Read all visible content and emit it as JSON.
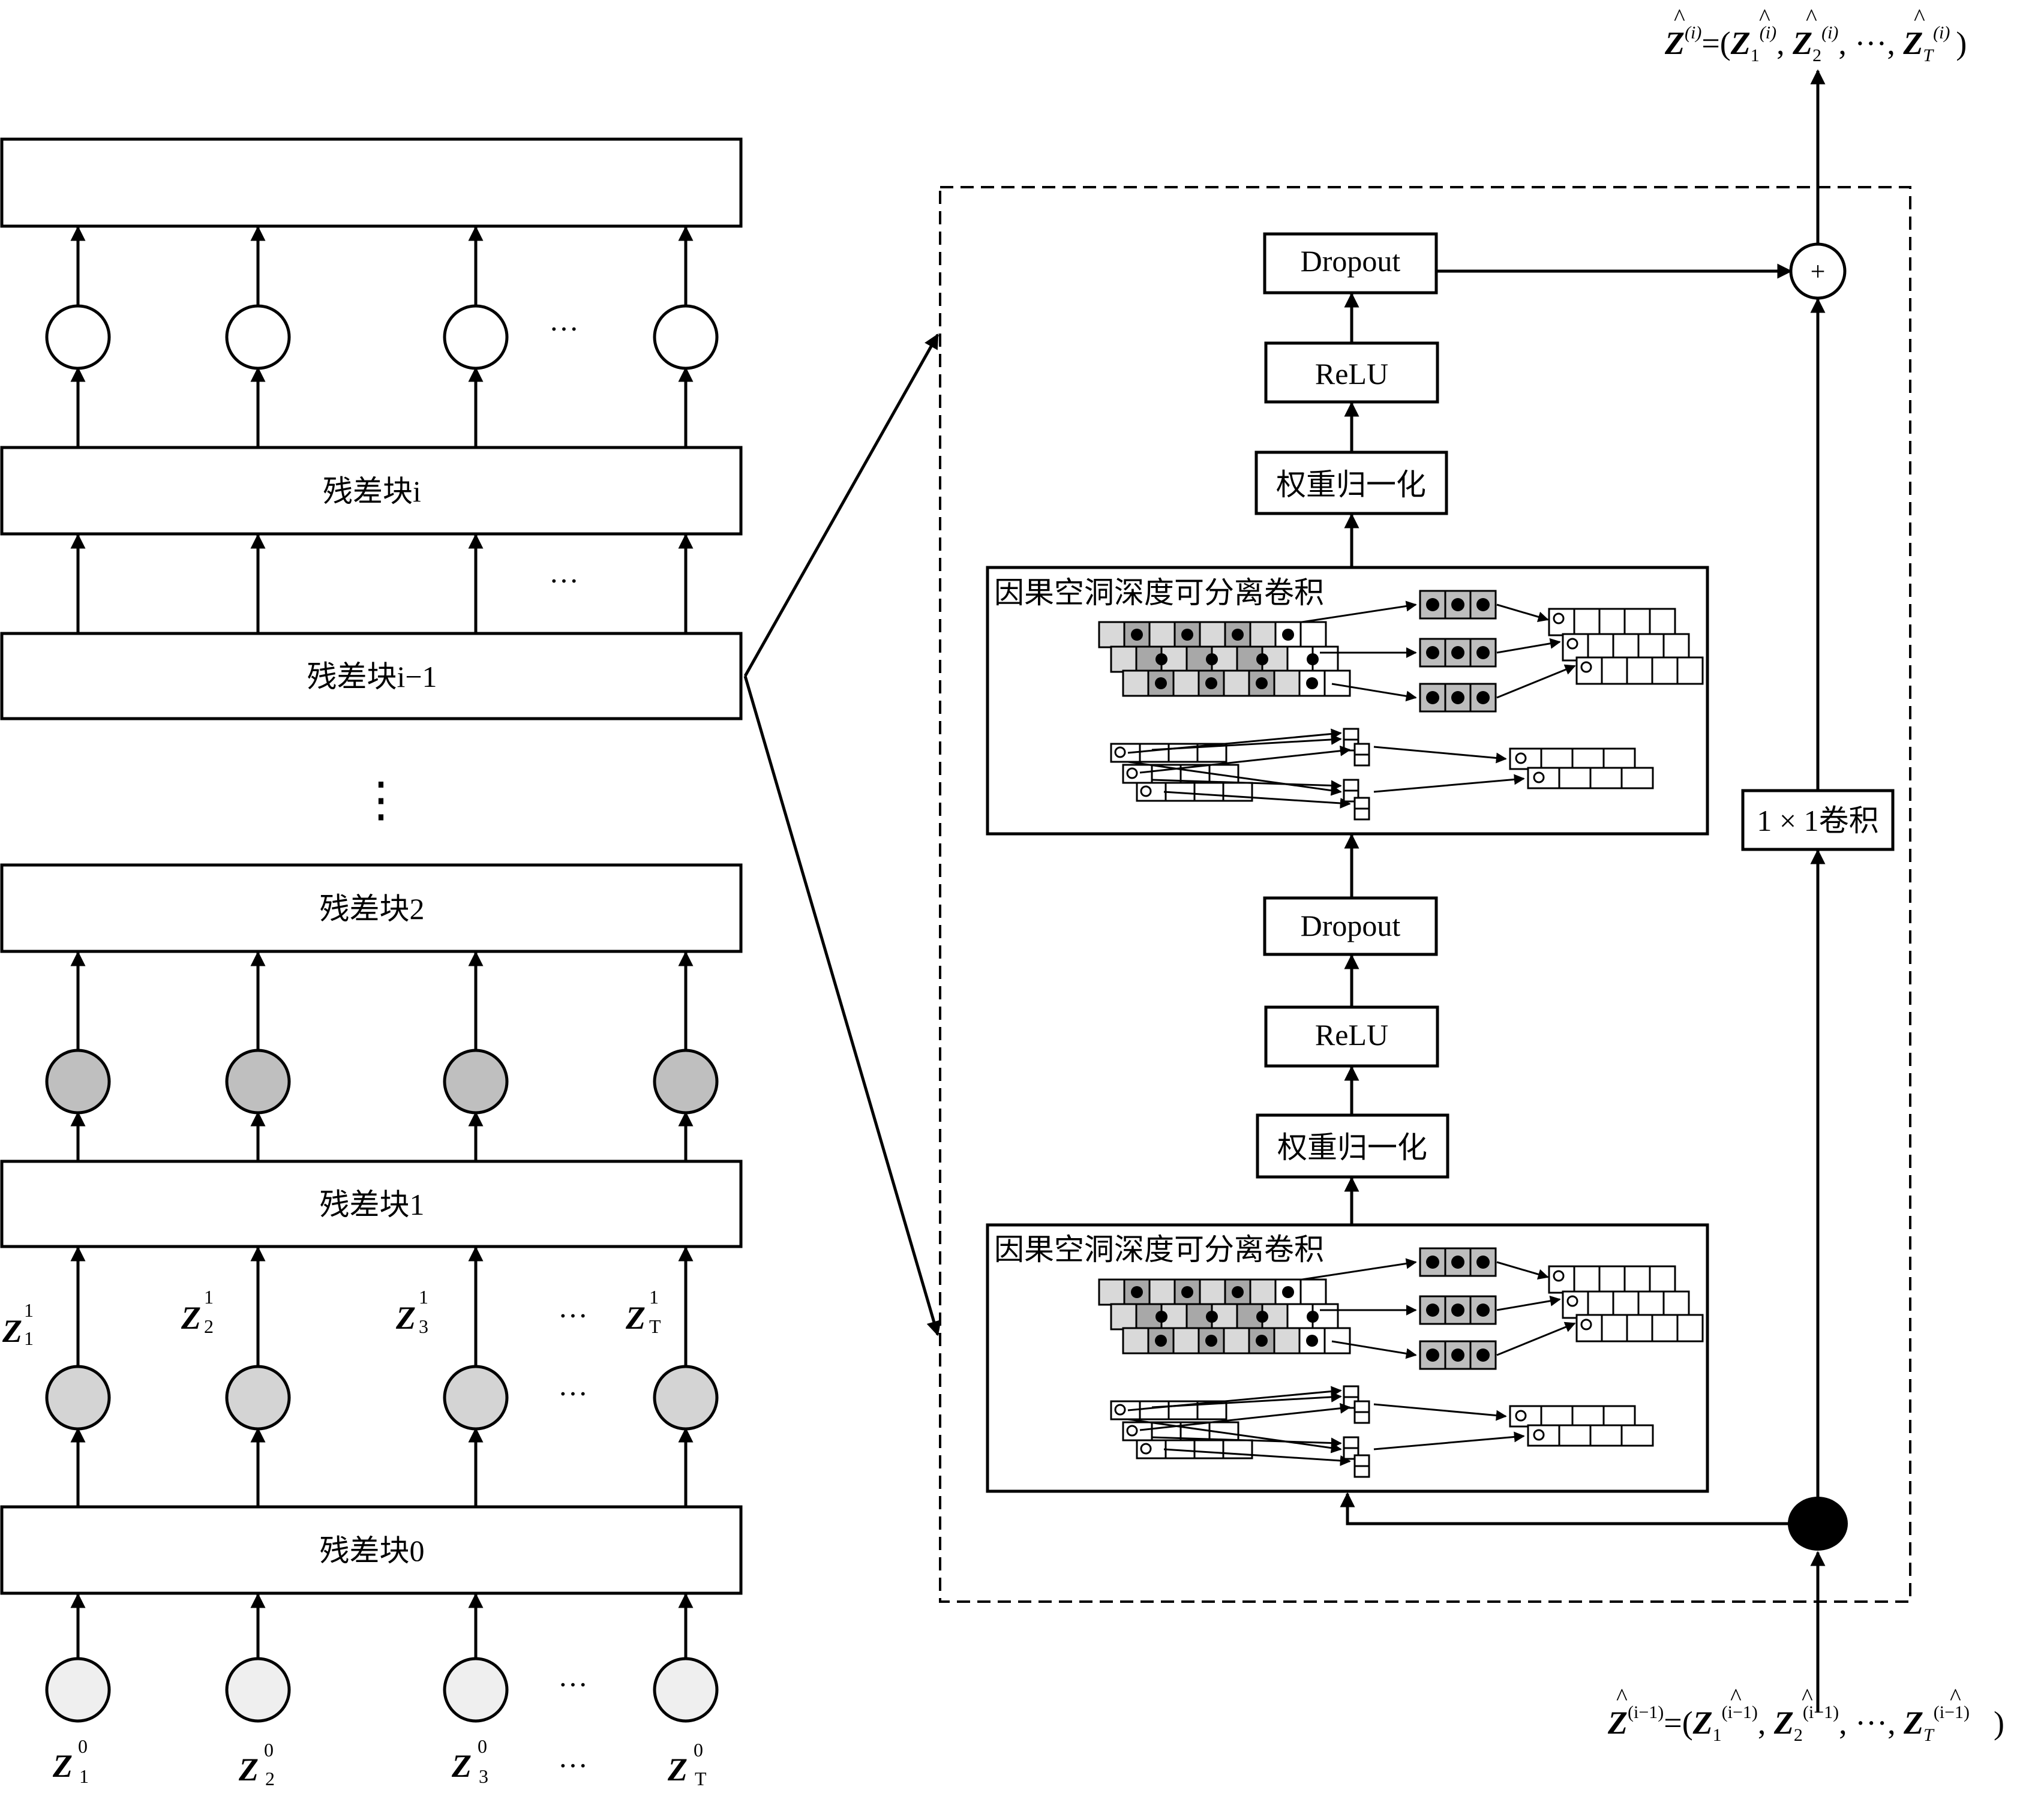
{
  "left_stack": {
    "top_output_box": "",
    "blocks": [
      {
        "id": "block_i",
        "label": "残差块i"
      },
      {
        "id": "block_i_minus_1",
        "label": "残差块i−1"
      },
      {
        "id": "block_2",
        "label": "残差块2"
      },
      {
        "id": "block_1",
        "label": "残差块1"
      },
      {
        "id": "block_0",
        "label": "残差块0"
      }
    ],
    "vertical_ellipsis": "⋮",
    "ellipsis": "···",
    "node_colors": {
      "output": "#ffffff",
      "block2_out": "#bfbfbf",
      "block0_out": "#d4d4d4",
      "input": "#efefef"
    },
    "mid_labels": [
      "Z",
      "Z",
      "Z",
      "Z"
    ],
    "mid_sup": [
      "1",
      "1",
      "1",
      "1"
    ],
    "mid_sub": [
      "1",
      "2",
      "3",
      "T"
    ],
    "input_labels": [
      "Z",
      "Z",
      "Z",
      "Z"
    ],
    "input_sup": [
      "0",
      "0",
      "0",
      "0"
    ],
    "input_sub": [
      "1",
      "2",
      "3",
      "T"
    ]
  },
  "detail": {
    "upper_path": [
      "Dropout",
      "ReLU",
      "权重归一化"
    ],
    "lower_path": [
      "Dropout",
      "ReLU",
      "权重归一化"
    ],
    "conv_block_label": "因果空洞深度可分离卷积",
    "skip_conv_label": "1 × 1卷积",
    "add_symbol": "+",
    "output_formula": {
      "lhs": "Z",
      "lhs_sup": "(i)",
      "eq": "=(",
      "t1": "Z",
      "t1_sub": "1",
      "t1_sup": "(i)",
      "t2": "Z",
      "t2_sub": "2",
      "t2_sup": "(i)",
      "sep": ", ···, ",
      "t3": "Z",
      "t3_sub": "T",
      "t3_sup": "(i)",
      "close": ")"
    },
    "input_formula": {
      "lhs": "Z",
      "lhs_sup": "(i−1)",
      "eq": "=(",
      "t1": "Z",
      "t1_sub": "1",
      "t1_sup": "(i−1)",
      "t2": "Z",
      "t2_sub": "2",
      "t2_sup": "(i−1)",
      "sep": ", ···, ",
      "t3": "Z",
      "t3_sub": "T",
      "t3_sup": "(i−1)",
      "close": ")"
    }
  }
}
